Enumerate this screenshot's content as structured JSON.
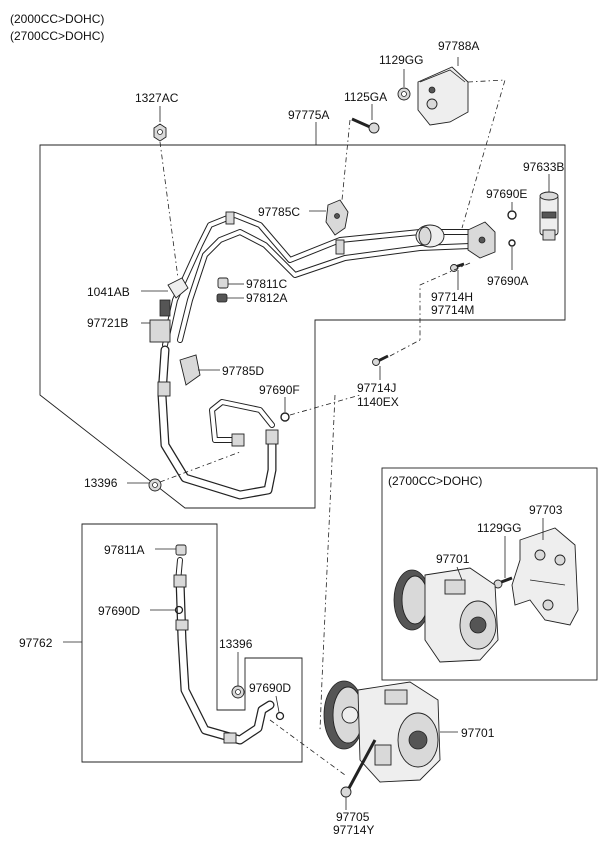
{
  "headers": {
    "engine_1": "(2000CC>DOHC)",
    "engine_2": "(2700CC>DOHC)",
    "inset_title": "(2700CC>DOHC)"
  },
  "labels": {
    "p97788A": "97788A",
    "p1129GG_top": "1129GG",
    "p1327AC": "1327AC",
    "p1125GA": "1125GA",
    "p97775A": "97775A",
    "p97633B": "97633B",
    "p97690E": "97690E",
    "p97785C": "97785C",
    "p97690A": "97690A",
    "p1041AB": "1041AB",
    "p97811C": "97811C",
    "p97812A": "97812A",
    "p97714H": "97714H",
    "p97714M": "97714M",
    "p97721B": "97721B",
    "p97785D": "97785D",
    "p97690F": "97690F",
    "p97714J": "97714J",
    "p1140EX": "1140EX",
    "p13396_top": "13396",
    "p97703": "97703",
    "p1129GG_inset": "1129GG",
    "p97701_inset": "97701",
    "p97811A": "97811A",
    "p97690D_left": "97690D",
    "p97762": "97762",
    "p13396_bottom": "13396",
    "p97690D_right": "97690D",
    "p97701_main": "97701",
    "p97705": "97705",
    "p97714Y": "97714Y"
  }
}
